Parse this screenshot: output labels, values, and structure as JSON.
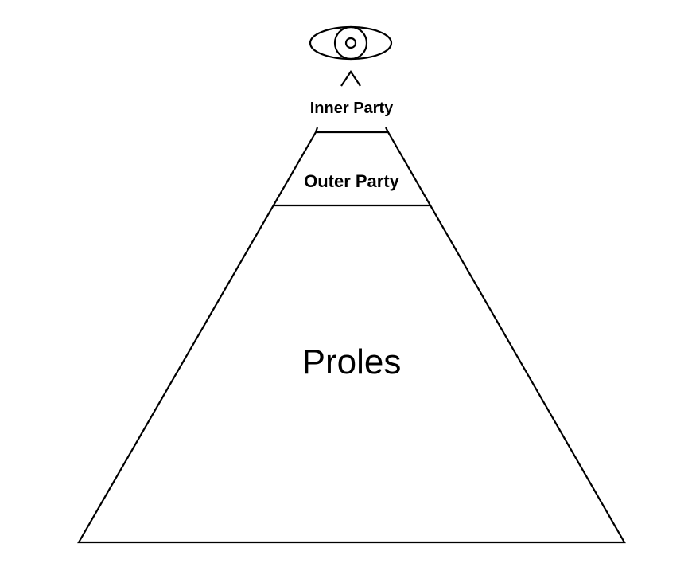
{
  "diagram": {
    "tiers": [
      {
        "label": "Inner Party"
      },
      {
        "label": "Outer Party"
      },
      {
        "label": "Proles"
      }
    ],
    "symbol": "eye-icon",
    "colors": {
      "line": "#000000",
      "background": "#ffffff",
      "text": "#000000"
    }
  }
}
